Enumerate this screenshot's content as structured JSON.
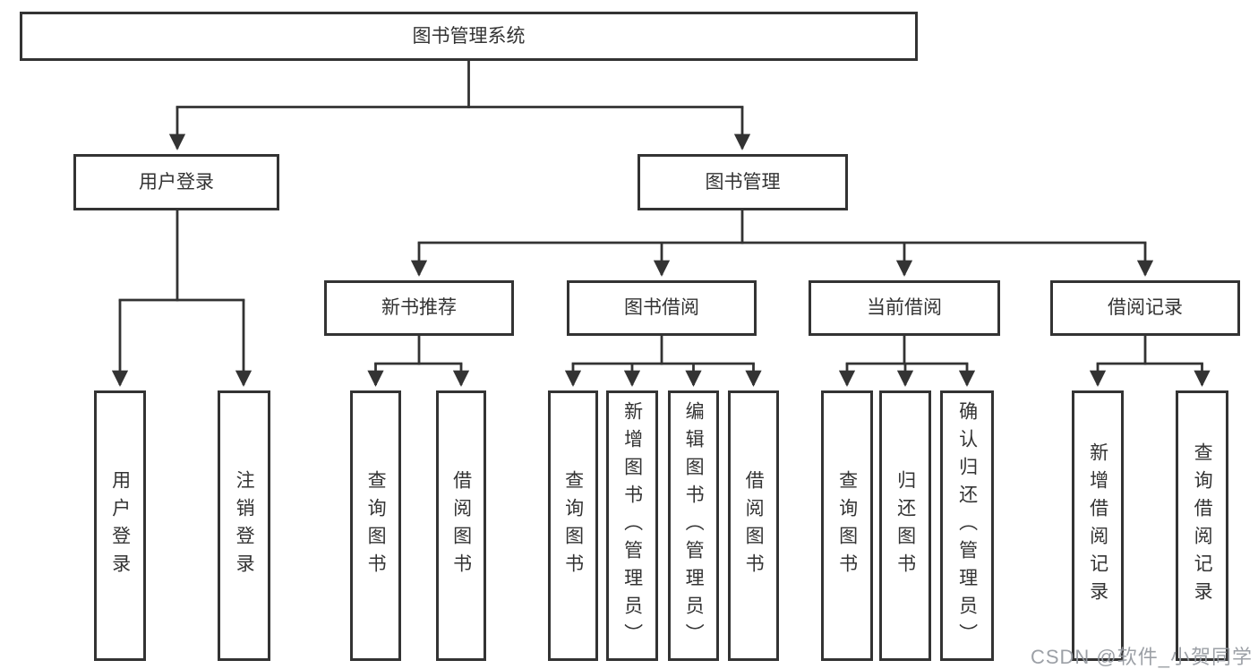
{
  "colors": {
    "line": "#333333",
    "box_border": "#333333",
    "text": "#333333",
    "box_background": "#ffffff",
    "page_background": "#ffffff",
    "watermark": "#94989e"
  },
  "watermark": "CSDN @软件_小贺同学",
  "tree": {
    "label": "图书管理系统",
    "children": [
      {
        "label": "用户登录",
        "children": [
          {
            "label": "用户登录"
          },
          {
            "label": "注销登录"
          }
        ]
      },
      {
        "label": "图书管理",
        "children": [
          {
            "label": "新书推荐",
            "children": [
              {
                "label": "查询图书"
              },
              {
                "label": "借阅图书"
              }
            ]
          },
          {
            "label": "图书借阅",
            "children": [
              {
                "label": "查询图书"
              },
              {
                "label": "新增图书（管理员）"
              },
              {
                "label": "编辑图书（管理员）"
              },
              {
                "label": "借阅图书"
              }
            ]
          },
          {
            "label": "当前借阅",
            "children": [
              {
                "label": "查询图书"
              },
              {
                "label": "归还图书"
              },
              {
                "label": "确认归还（管理员）"
              }
            ]
          },
          {
            "label": "借阅记录",
            "children": [
              {
                "label": "新增借阅记录"
              },
              {
                "label": "查询借阅记录"
              }
            ]
          }
        ]
      }
    ]
  }
}
